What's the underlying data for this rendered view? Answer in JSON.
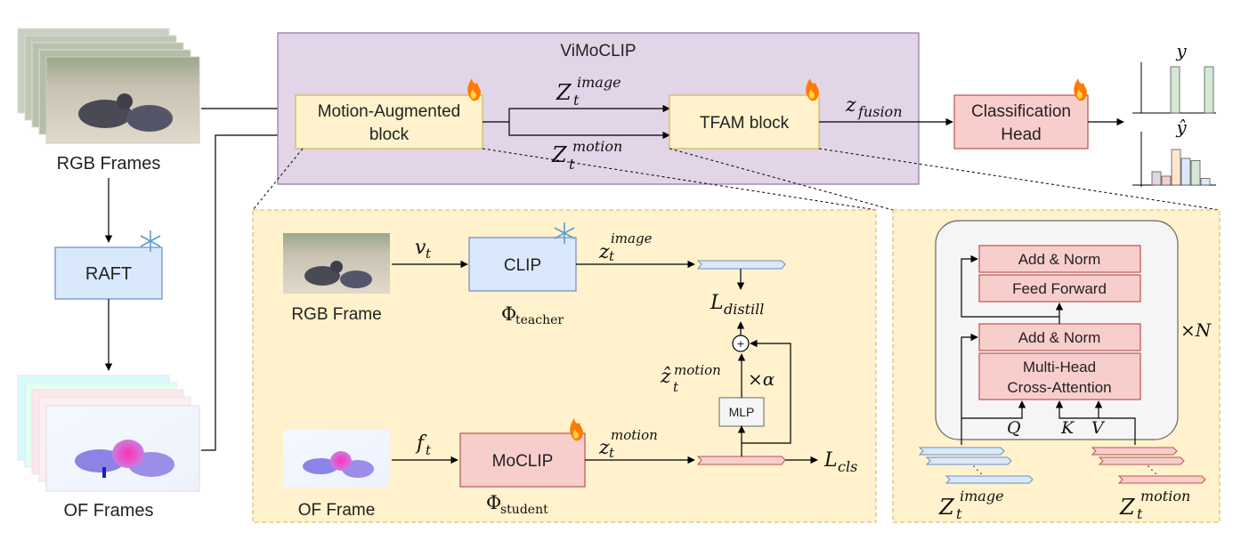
{
  "title": "ViMoCLIP",
  "colors": {
    "vimoclip_bg": "#e1d5e7",
    "yellow_box": "#fff2cc",
    "yellow_stroke": "#d6b656",
    "blue_box": "#dae8fc",
    "blue_stroke": "#6c8ebf",
    "red_box": "#f8cecc",
    "red_stroke": "#b85450",
    "panel_bg": "#fff2cc"
  },
  "inputs": {
    "rgb_frames": "RGB Frames",
    "of_frames": "OF Frames",
    "raft": "RAFT"
  },
  "top": {
    "motion_block_line1": "Motion-Augmented",
    "motion_block_line2": "block",
    "tfam_block": "TFAM block",
    "cls_head_line1": "Classification",
    "cls_head_line2": "Head",
    "z_image_main": "Z",
    "z_image_sup": "image",
    "z_image_sub": "t",
    "z_motion_main": "Z",
    "z_motion_sup": "motion",
    "z_motion_sub": "t",
    "z_fusion_main": "z",
    "z_fusion_sub": "fusion",
    "y_label": "y",
    "yhat_label": "ŷ"
  },
  "bar_charts": {
    "y_values": [
      0,
      1,
      0,
      1,
      0
    ],
    "yhat_values": [
      0.3,
      0.2,
      0.8,
      0.6,
      0.55,
      0.15
    ]
  },
  "distill_panel": {
    "rgb_frame": "RGB Frame",
    "of_frame": "OF Frame",
    "clip": "CLIP",
    "moclip": "MoCLIP",
    "mlp": "MLP",
    "phi": "Φ",
    "teacher": "teacher",
    "student": "student",
    "v": "v",
    "v_sub": "t",
    "f": "f",
    "f_sub": "t",
    "z_img_main": "z",
    "z_img_sup": "image",
    "z_img_sub": "t",
    "z_mot_main": "z",
    "z_mot_sup": "motion",
    "z_mot_sub": "t",
    "zhat_main": "ẑ",
    "zhat_sup": "motion",
    "zhat_sub": "t",
    "l_distill_main": "L",
    "l_distill_sub": "distill",
    "l_cls_main": "L",
    "l_cls_sub": "cls",
    "alpha": "×α",
    "plus": "+"
  },
  "tfam_panel": {
    "add_norm_top": "Add & Norm",
    "feed_forward": "Feed Forward",
    "add_norm_bottom": "Add & Norm",
    "mhca_line1": "Multi-Head",
    "mhca_line2": "Cross-Attention",
    "q": "Q",
    "k": "K",
    "v": "V",
    "times_n": "×N",
    "z_img_main": "Z",
    "z_img_sup": "image",
    "z_img_sub": "t",
    "z_mot_main": "Z",
    "z_mot_sup": "motion",
    "z_mot_sub": "t"
  }
}
